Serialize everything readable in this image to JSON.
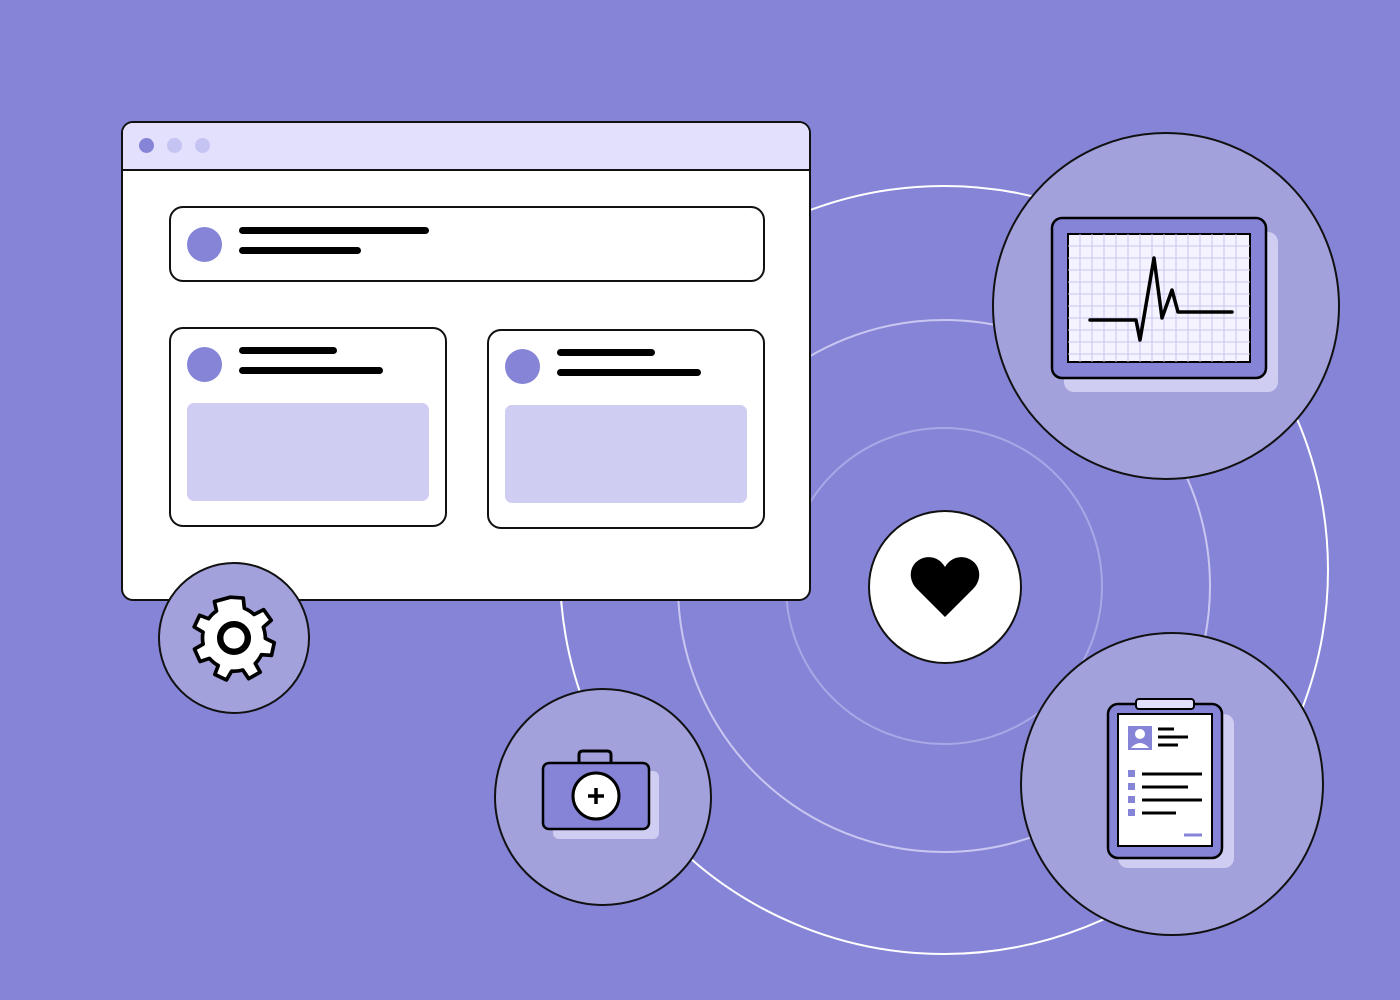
{
  "colors": {
    "background": "#8684d7",
    "window_titlebar": "#e2e0fc",
    "placeholder": "#cfcdf1",
    "icon_circle": "#a3a1dc",
    "accent": "#8684d7"
  },
  "window": {
    "title_dots": [
      "dot-1",
      "dot-2",
      "dot-3"
    ],
    "cards": [
      {
        "kind": "header-card",
        "avatar": "avatar-icon",
        "lines": 2
      },
      {
        "kind": "content-card",
        "avatar": "avatar-icon",
        "lines": 2,
        "has_placeholder": true
      },
      {
        "kind": "content-card",
        "avatar": "avatar-icon",
        "lines": 2,
        "has_placeholder": true
      }
    ]
  },
  "icons": [
    "gear-icon",
    "heart-icon",
    "ecg-monitor-icon",
    "medical-kit-icon",
    "medical-record-clipboard-icon"
  ]
}
